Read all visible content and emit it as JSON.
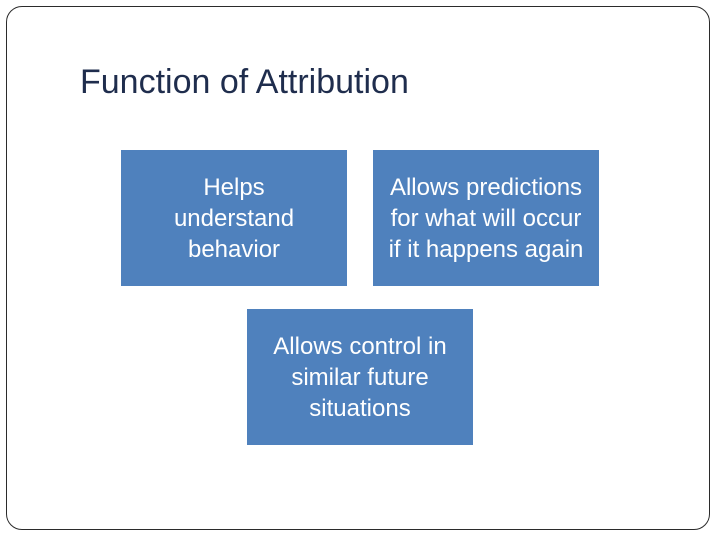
{
  "slide": {
    "title": "Function of Attribution",
    "boxes": [
      {
        "text": "Helps understand behavior"
      },
      {
        "text": "Allows predictions for what will occur if it happens again"
      },
      {
        "text": "Allows control in similar future situations"
      }
    ]
  },
  "colors": {
    "box_fill": "#4f81bd",
    "title_text": "#1f2d4d",
    "frame_border": "#2b2b2b"
  }
}
